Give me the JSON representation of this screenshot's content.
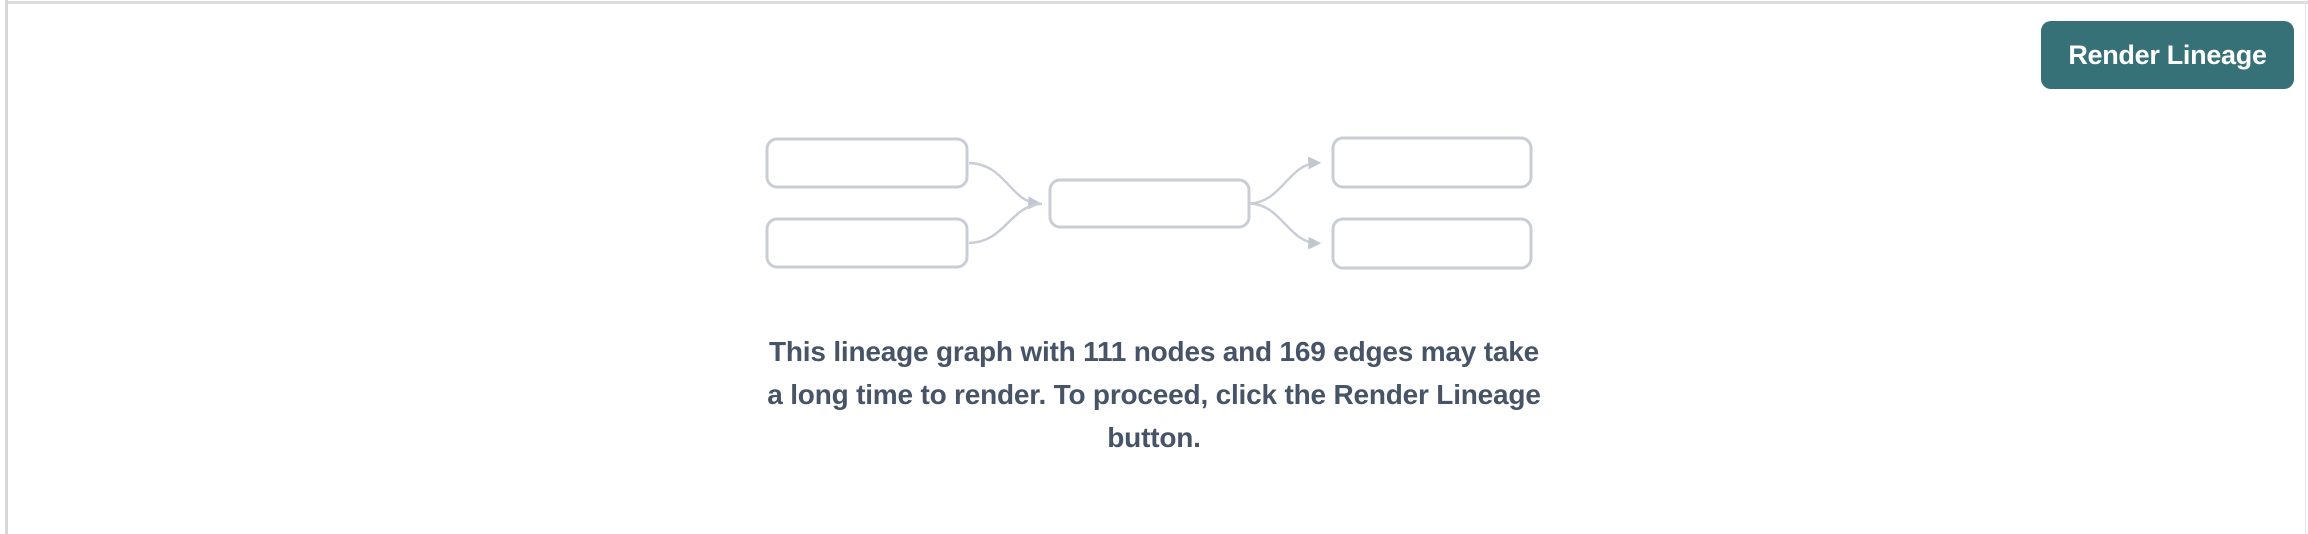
{
  "page": {
    "background_color": "#ffffff",
    "border_top_color": "#dbdcde",
    "border_left_color": "#d5d7da",
    "border_right_color": "#e7e8ea"
  },
  "toolbar": {
    "render_button": {
      "label": "Render Lineage",
      "background_color": "#367177",
      "text_color": "#ffffff"
    }
  },
  "empty_state": {
    "message_lines": [
      "This lineage graph with 111 nodes and 169 edges may take",
      "a long time to render. To proceed, click the Render Lineage",
      "button."
    ],
    "message_text_color": "#475467",
    "node_count": "111",
    "edge_count": "169",
    "diagram": {
      "description": "lineage-preview-placeholder",
      "upstream_nodes": 2,
      "center_nodes": 1,
      "downstream_nodes": 2,
      "node_fill_color": "#ffffff",
      "node_border_color": "#c9ced6",
      "edge_color": "#c9ced6",
      "arrowhead_color": "#c2c7cf"
    }
  }
}
